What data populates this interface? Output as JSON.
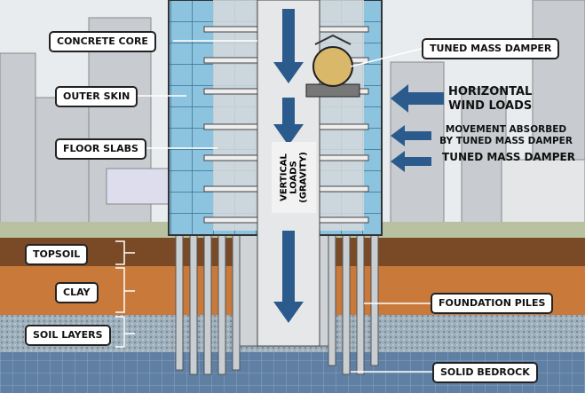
{
  "labels_left": {
    "concrete_core": "CONCRETE CORE",
    "outer_skin": "OUTER SKIN",
    "floor_slabs": "FLOOR SLABS",
    "topsoil": "TOPSOIL",
    "clay": "CLAY",
    "soil_layers": "SOIL LAYERS"
  },
  "labels_right": {
    "tuned_mass_damper": "TUNED MASS DAMPER",
    "horizontal_wind_loads": "HORIZONTAL\nWIND LOADS",
    "movement_absorbed": "MOVEMENT ABSORBED\nBY TUNED MASS DAMPER",
    "tuned_mass_damper_2": "TUNED MASS DAMPER",
    "foundation_piles": "FOUNDATION PILES",
    "solid_bedrock": "SOLID BEDROCK"
  },
  "vertical_loads": "VERTICAL\nLOADS\n(GRAVITY)",
  "colors": {
    "arrow": "#2a5b8c",
    "topsoil": "#7a4a26",
    "clay": "#c9793a",
    "soil": "#9fb0bd",
    "bedrock": "#5f7fa3",
    "glass": "#8cc4e0",
    "sky": "#e9ecef"
  }
}
